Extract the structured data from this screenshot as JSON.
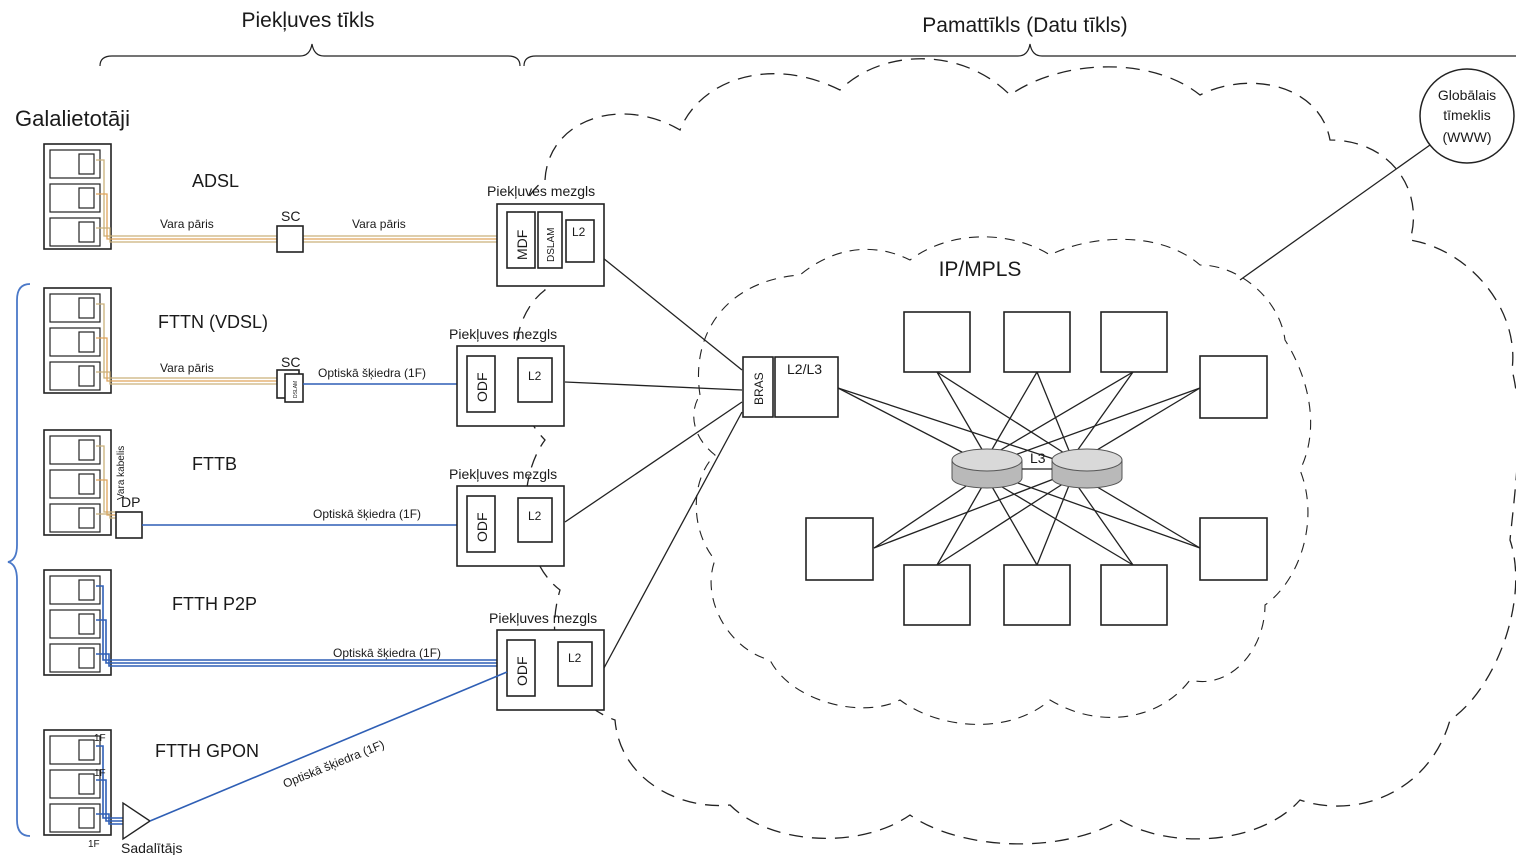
{
  "headers": {
    "access_network": "Piekļuves tīkls",
    "core_network": "Pamattīkls (Datu tīkls)",
    "end_users": "Galalietotāji"
  },
  "technologies": [
    "ADSL",
    "FTTN (VDSL)",
    "FTTB",
    "FTTH P2P",
    "FTTH GPON"
  ],
  "access_node_label": "Piekļuves mezgls",
  "node_labels": {
    "mdf": "MDF",
    "dslam": "DSLAM",
    "odf": "ODF",
    "l2": "L2",
    "bras": "BRAS",
    "l2l3": "L2/L3",
    "l3": "L3"
  },
  "link_labels": {
    "copper_pair": "Vara pāris",
    "fiber": "Optiskā šķiedra (1F)",
    "copper_cable": "Vara kabelis"
  },
  "points": {
    "sc": "SC",
    "dp": "DP",
    "dslam_small": "DSLAM",
    "fiber_count": "1F",
    "splitter": "Sadalītājs"
  },
  "cloud_label": "IP/MPLS",
  "www": {
    "line1": "Globālais",
    "line2": "tīmeklis",
    "line3": "(WWW)"
  },
  "colors": {
    "copper_orange": "#e0a35a",
    "copper_tan": "#c9b07a",
    "fiber_blue": "#2f5fb5",
    "brace_blue": "#4a78c8",
    "line": "#222222"
  }
}
